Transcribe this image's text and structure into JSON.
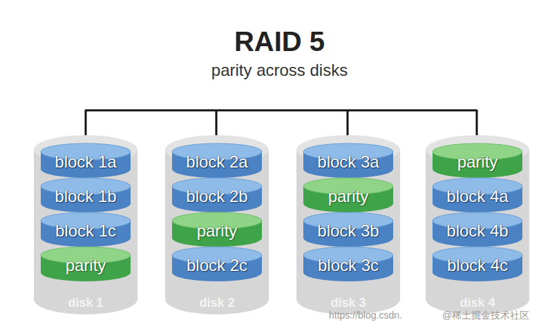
{
  "diagram": {
    "title": "RAID 5",
    "nodes": [
      {
        "text": [
          "disk 1"
        ]
      },
      {
        "text": [
          "block 1a"
        ],
        "in": 0
      },
      {
        "text": [
          "block 1b"
        ],
        "in": 0
      },
      {
        "text": [
          "block 1c"
        ],
        "in": 0
      },
      {
        "text": [
          "parity"
        ],
        "in": 0
      },
      {
        "text": [
          "disk 2"
        ]
      },
      {
        "text": [
          "block 2a"
        ],
        "in": 5
      },
      {
        "text": [
          "block 2b"
        ],
        "in": 5
      },
      {
        "text": [
          "parity"
        ],
        "in": 5
      },
      {
        "text": [
          "block 2c"
        ],
        "in": 5
      },
      {
        "text": [
          "disk 3"
        ]
      },
      {
        "text": [
          "block 3a"
        ],
        "in": 10
      },
      {
        "text": [
          "parity"
        ],
        "in": 10
      },
      {
        "text": [
          "block 3b"
        ],
        "in": 10
      },
      {
        "text": [
          "block 3c"
        ],
        "in": 10
      },
      {
        "text": [
          "disk 4"
        ]
      },
      {
        "text": [
          "parity"
        ],
        "in": 15
      },
      {
        "text": [
          "block 4a"
        ],
        "in": 15
      },
      {
        "text": [
          "block 4b"
        ],
        "in": 15
      },
      {
        "text": [
          "block 4c"
        ],
        "in": 15
      }
    ],
    "labels": [
      "parity across disks",
      "https://blog.csdn.",
      "@稀土掘金技术社区"
    ]
  }
}
